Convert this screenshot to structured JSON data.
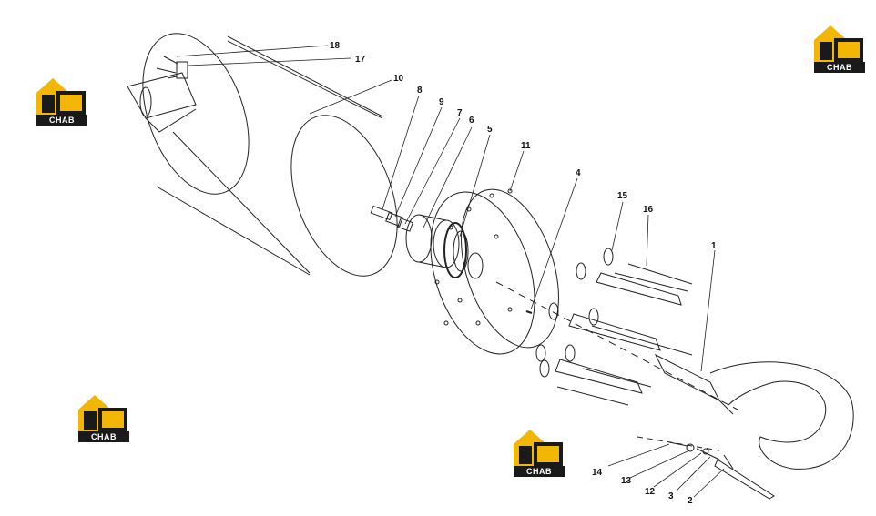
{
  "diagram": {
    "callouts": [
      {
        "id": "c1",
        "label": "1"
      },
      {
        "id": "c2",
        "label": "2"
      },
      {
        "id": "c3",
        "label": "3"
      },
      {
        "id": "c4",
        "label": "4"
      },
      {
        "id": "c5",
        "label": "5"
      },
      {
        "id": "c6",
        "label": "6"
      },
      {
        "id": "c7",
        "label": "7"
      },
      {
        "id": "c8",
        "label": "8"
      },
      {
        "id": "c9",
        "label": "9"
      },
      {
        "id": "c10",
        "label": "10"
      },
      {
        "id": "c11",
        "label": "11"
      },
      {
        "id": "c12",
        "label": "12"
      },
      {
        "id": "c13",
        "label": "13"
      },
      {
        "id": "c14",
        "label": "14"
      },
      {
        "id": "c15",
        "label": "15"
      },
      {
        "id": "c16",
        "label": "16"
      },
      {
        "id": "c17",
        "label": "17"
      },
      {
        "id": "c18",
        "label": "18"
      }
    ]
  },
  "watermark": {
    "brand_text": "CHAB",
    "colors": {
      "yellow": "#f2b705",
      "dark": "#1a1a1a"
    }
  }
}
